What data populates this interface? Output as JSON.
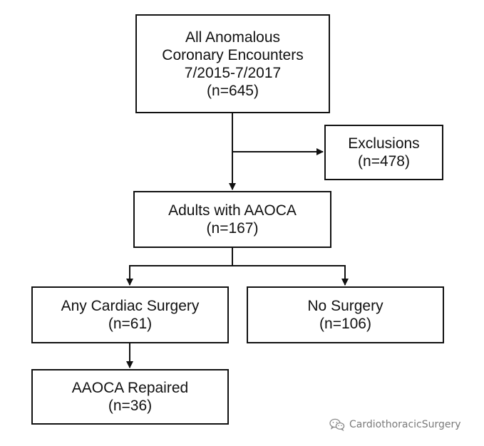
{
  "diagram": {
    "boxes": {
      "all_encounters": {
        "lines": [
          "All Anomalous",
          "Coronary Encounters",
          "7/2015-7/2017",
          "(n=645)"
        ]
      },
      "exclusions": {
        "lines": [
          "Exclusions",
          "(n=478)"
        ]
      },
      "adults_aaoca": {
        "lines": [
          "Adults with AAOCA",
          "(n=167)"
        ]
      },
      "any_cardiac_surgery": {
        "lines": [
          "Any Cardiac Surgery",
          "(n=61)"
        ]
      },
      "no_surgery": {
        "lines": [
          "No Surgery",
          "(n=106)"
        ]
      },
      "aaoca_repaired": {
        "lines": [
          "AAOCA Repaired",
          "(n=36)"
        ]
      }
    },
    "colors": {
      "stroke": "#111111",
      "watermark": "#7a7a7a"
    }
  },
  "watermark": {
    "icon": "wechat-icon",
    "text": "CardiothoracicSurgery"
  }
}
